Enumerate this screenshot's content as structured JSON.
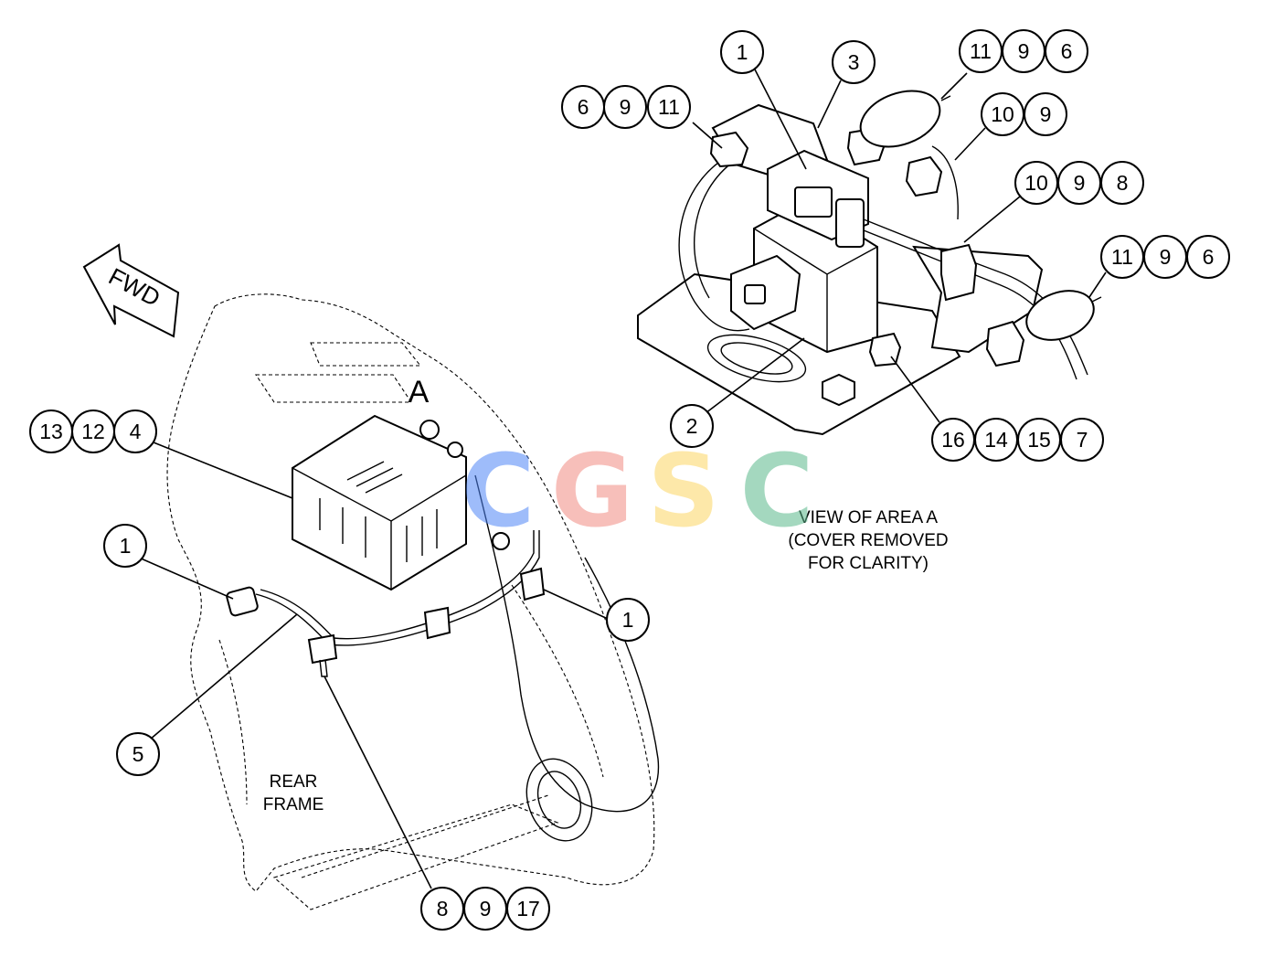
{
  "labels": {
    "view_line1": "VIEW OF AREA A",
    "view_line2": "(COVER REMOVED",
    "view_line3": "FOR CLARITY)",
    "rear_line1": "REAR",
    "rear_line2": "FRAME",
    "area_letter": "A",
    "fwd_arrow": "FWD"
  },
  "watermark": {
    "letters": [
      "C",
      "G",
      "S",
      "C"
    ],
    "colors": [
      "#4f86f7",
      "#f28b82",
      "#fdd663",
      "#5bb98c"
    ]
  },
  "callouts": {
    "c_13": "13",
    "c_12": "12",
    "c_4": "4",
    "c_1_left": "1",
    "c_1_clip": "1",
    "c_5": "5",
    "c_8_bottom": "8",
    "c_9_bottom": "9",
    "c_17": "17",
    "c_1_top": "1",
    "c_3": "3",
    "c_6_left": "6",
    "c_9_left": "9",
    "c_11_left": "11",
    "c_11_top": "11",
    "c_9_top": "9",
    "c_6_top": "6",
    "c_10_a": "10",
    "c_9_a": "9",
    "c_10_b": "10",
    "c_9_b": "9",
    "c_8_b": "8",
    "c_11_right": "11",
    "c_9_right": "9",
    "c_6_right": "6",
    "c_2": "2",
    "c_16": "16",
    "c_14": "14",
    "c_15": "15",
    "c_7": "7"
  }
}
